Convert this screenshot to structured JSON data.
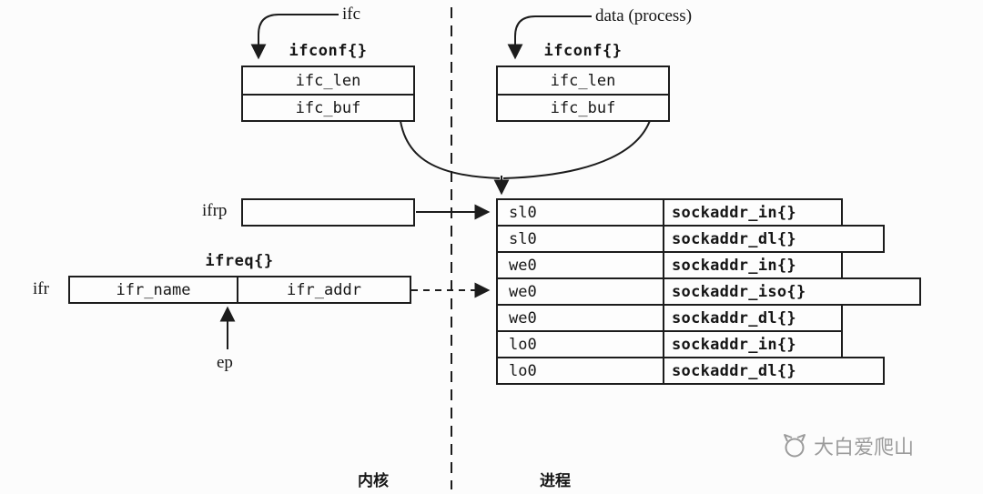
{
  "labels": {
    "ifc": "ifc",
    "data_process": "data (process)",
    "ifrp": "ifrp",
    "ifr": "ifr",
    "ep": "ep"
  },
  "ifconf_kernel": {
    "title": "ifconf{}",
    "fields": [
      "ifc_len",
      "ifc_buf"
    ]
  },
  "ifconf_process": {
    "title": "ifconf{}",
    "fields": [
      "ifc_len",
      "ifc_buf"
    ]
  },
  "ifreq": {
    "title": "ifreq{}",
    "fields": [
      "ifr_name",
      "ifr_addr"
    ]
  },
  "table": {
    "rows": [
      {
        "name": "sl0",
        "type": "sockaddr_in{}"
      },
      {
        "name": "sl0",
        "type": "sockaddr_dl{}"
      },
      {
        "name": "we0",
        "type": "sockaddr_in{}"
      },
      {
        "name": "we0",
        "type": "sockaddr_iso{}"
      },
      {
        "name": "we0",
        "type": "sockaddr_dl{}"
      },
      {
        "name": "lo0",
        "type": "sockaddr_in{}"
      },
      {
        "name": "lo0",
        "type": "sockaddr_dl{}"
      }
    ]
  },
  "regions": {
    "kernel": "内核",
    "process": "进程"
  },
  "watermark": {
    "text": "大白爱爬山"
  },
  "colors": {
    "ink": "#1c1c1c",
    "background": "#fcfcfc",
    "watermark": "#9b9b9b"
  }
}
